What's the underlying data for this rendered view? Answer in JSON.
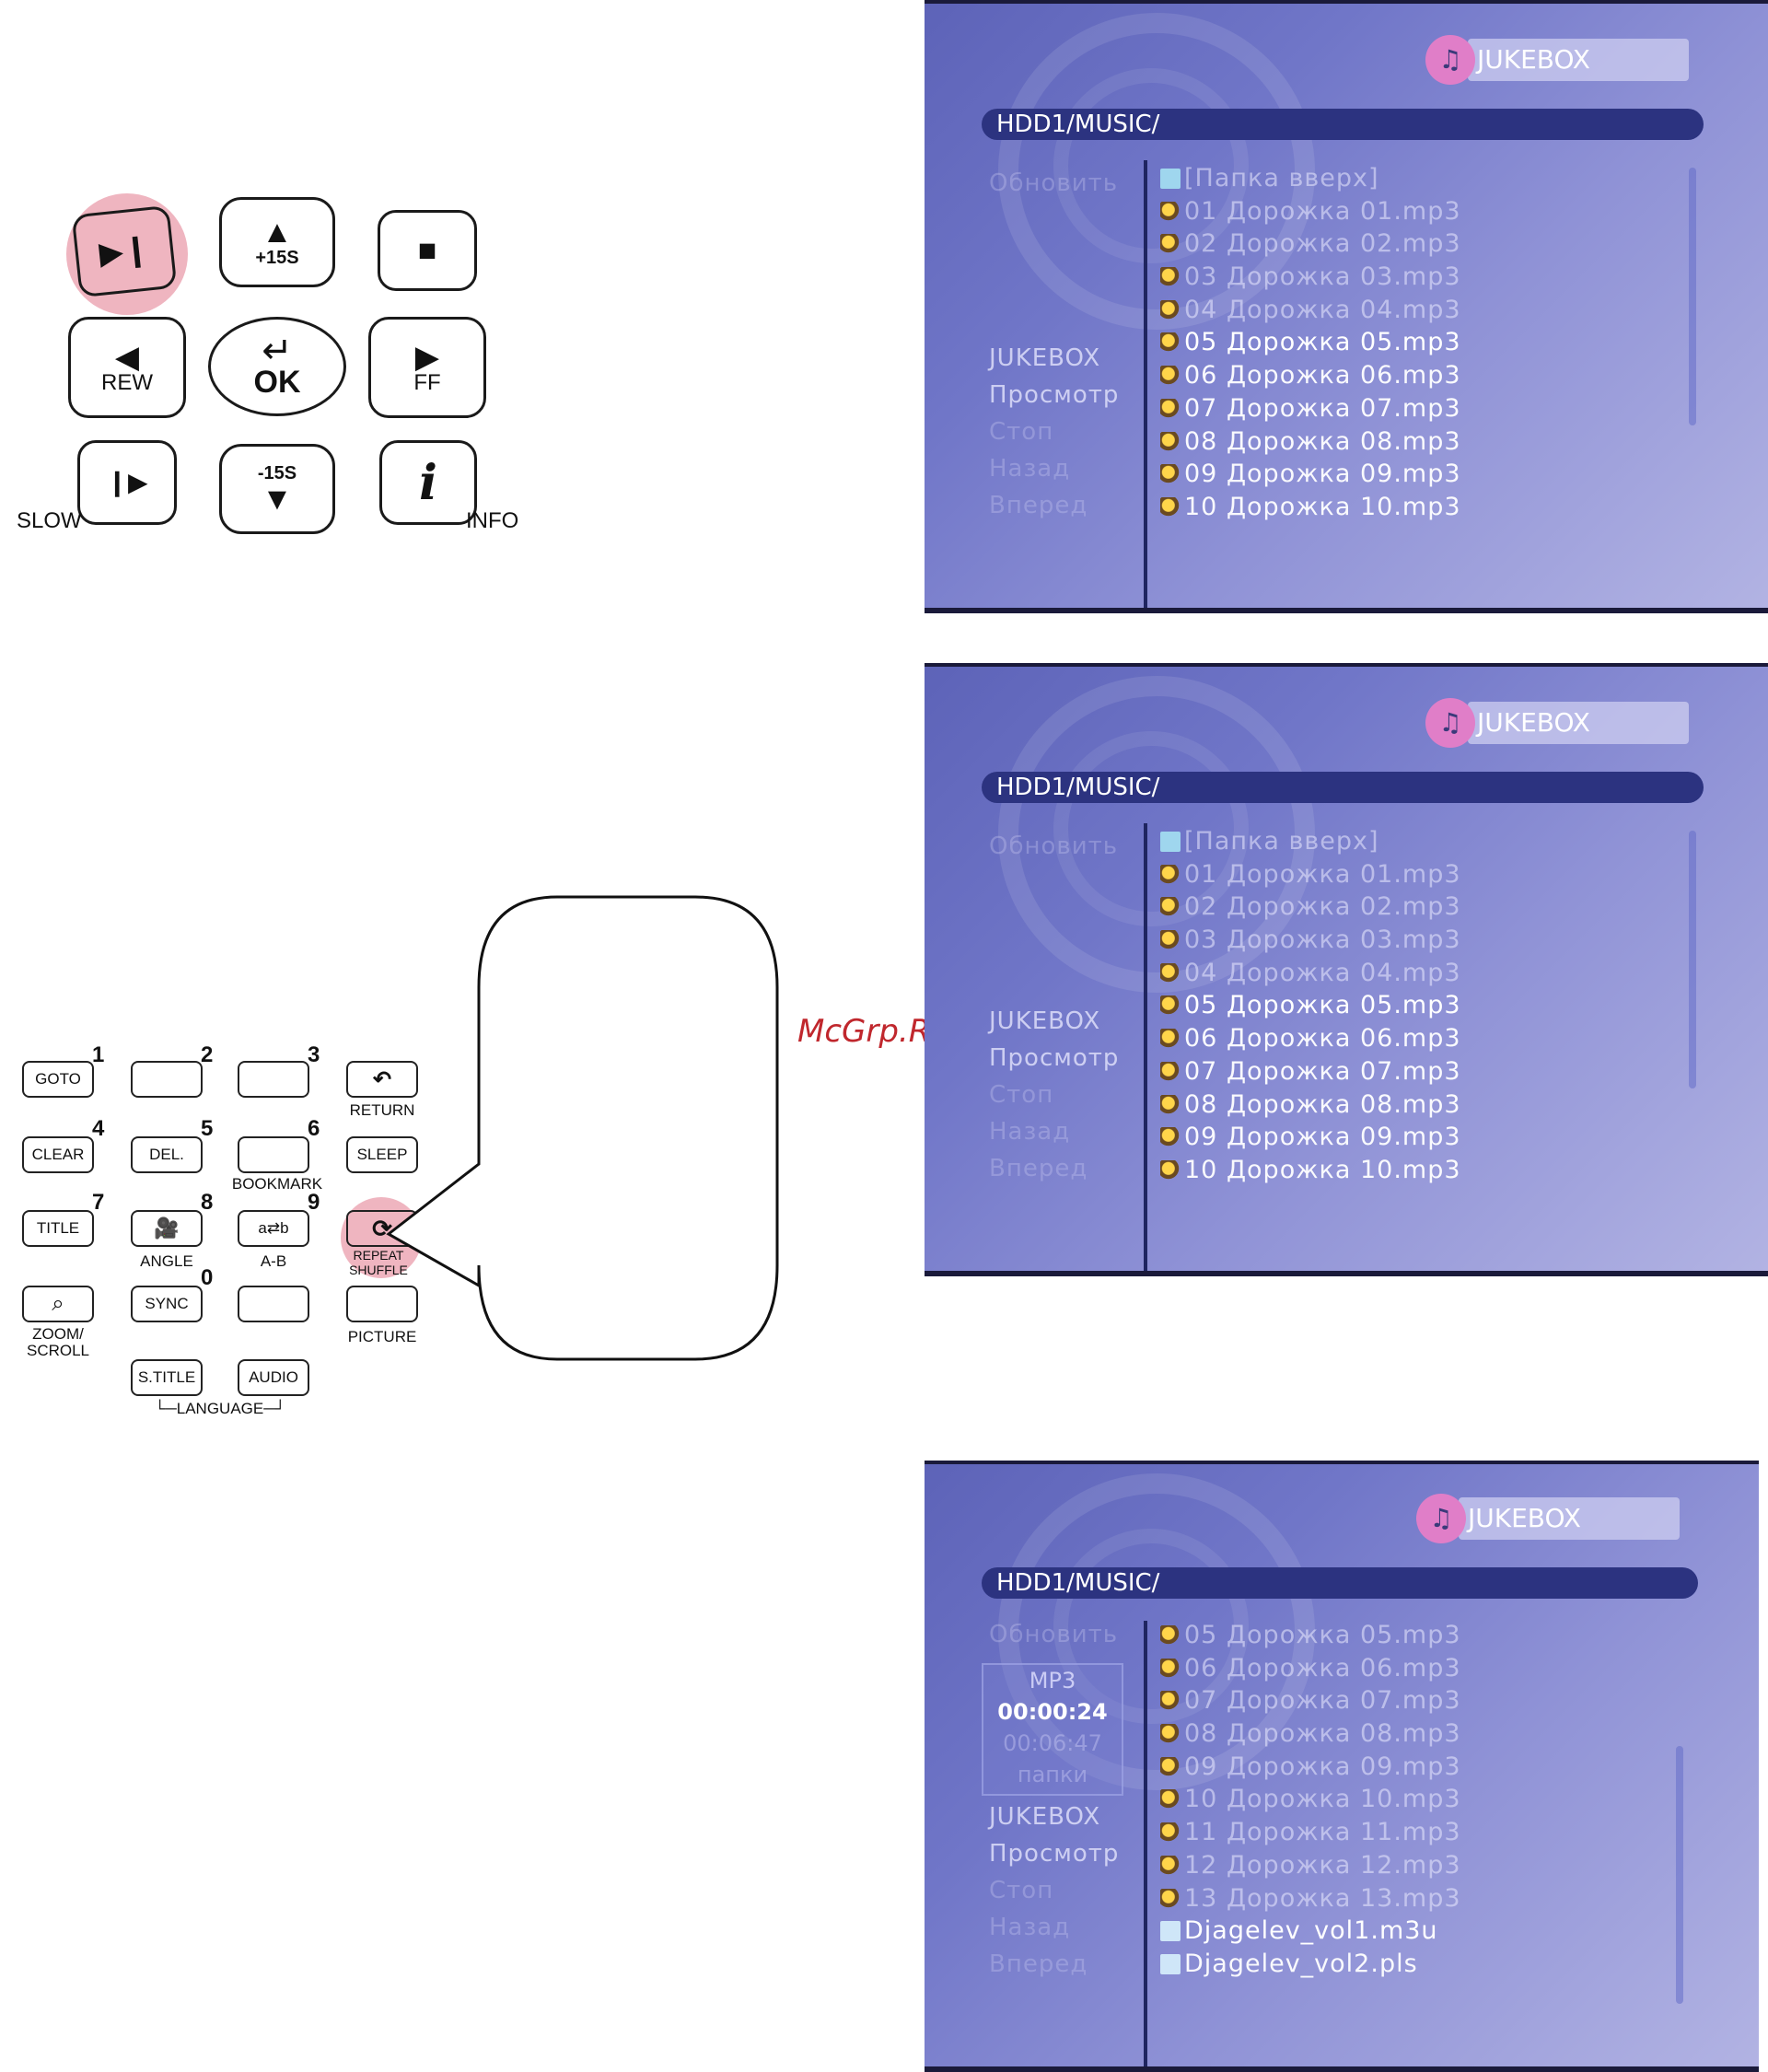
{
  "remote_top": {
    "plus15": "+15S",
    "minus15": "-15S",
    "ok": "OK",
    "rew": "REW",
    "ff": "FF",
    "slow": "SLOW",
    "info": "INFO",
    "info_glyph": "i"
  },
  "keypad": {
    "goto": "GOTO",
    "clear": "CLEAR",
    "del": "DEL.",
    "sleep": "SLEEP",
    "title": "TITLE",
    "sync": "SYNC",
    "stitle": "S.TITLE",
    "audio": "AUDIO",
    "ab_button": "a⇄b",
    "return": "RETURN",
    "bookmark": "BOOKMARK",
    "angle": "ANGLE",
    "ab": "A-B",
    "repeat": "REPEAT",
    "shuffle": "SHUFFLE",
    "picture": "PICTURE",
    "zoom": "ZOOM/",
    "scroll": "SCROLL",
    "language": "└─LANGUAGE─┘",
    "n1": "1",
    "n2": "2",
    "n3": "3",
    "n4": "4",
    "n5": "5",
    "n6": "6",
    "n7": "7",
    "n8": "8",
    "n9": "9",
    "n0": "0"
  },
  "watermark": "McGrp.Ru",
  "screen1": {
    "title": "JUKEBOX",
    "path": "HDD1/MUSIC/",
    "menu": [
      "Обновить",
      "JUKEBOX",
      "Просмотр",
      "Стоп",
      "Назад",
      "Вперед"
    ],
    "items": [
      "[Папка вверх]",
      "01 Дорожка 01.mp3",
      "02 Дорожка 02.mp3",
      "03 Дорожка 03.mp3",
      "04 Дорожка 04.mp3",
      "05 Дорожка 05.mp3",
      "06 Дорожка 06.mp3",
      "07 Дорожка 07.mp3",
      "08 Дорожка 08.mp3",
      "09 Дорожка 09.mp3",
      "10 Дорожка 10.mp3"
    ]
  },
  "screen2": {
    "title": "JUKEBOX",
    "path": "HDD1/MUSIC/",
    "menu": [
      "Обновить",
      "JUKEBOX",
      "Просмотр",
      "Стоп",
      "Назад",
      "Вперед"
    ],
    "items": [
      "[Папка вверх]",
      "01 Дорожка 01.mp3",
      "02 Дорожка 02.mp3",
      "03 Дорожка 03.mp3",
      "04 Дорожка 04.mp3",
      "05 Дорожка 05.mp3",
      "06 Дорожка 06.mp3",
      "07 Дорожка 07.mp3",
      "08 Дорожка 08.mp3",
      "09 Дорожка 09.mp3",
      "10 Дорожка 10.mp3"
    ]
  },
  "screen3": {
    "title": "JUKEBOX",
    "path": "HDD1/MUSIC/",
    "menu": [
      "Обновить",
      "JUKEBOX",
      "Просмотр",
      "Стоп",
      "Назад",
      "Вперед"
    ],
    "info": {
      "format": "MP3",
      "elapsed": "00:00:24",
      "total": "00:06:47",
      "mode": "папки"
    },
    "items": [
      "05 Дорожка 05.mp3",
      "06 Дорожка 06.mp3",
      "07 Дорожка 07.mp3",
      "08 Дорожка 08.mp3",
      "09 Дорожка 09.mp3",
      "10 Дорожка 10.mp3",
      "11 Дорожка 11.mp3",
      "12 Дорожка 12.mp3",
      "13 Дорожка 13.mp3",
      "Djagelev_vol1.m3u",
      "Djagelev_vol2.pls"
    ]
  }
}
